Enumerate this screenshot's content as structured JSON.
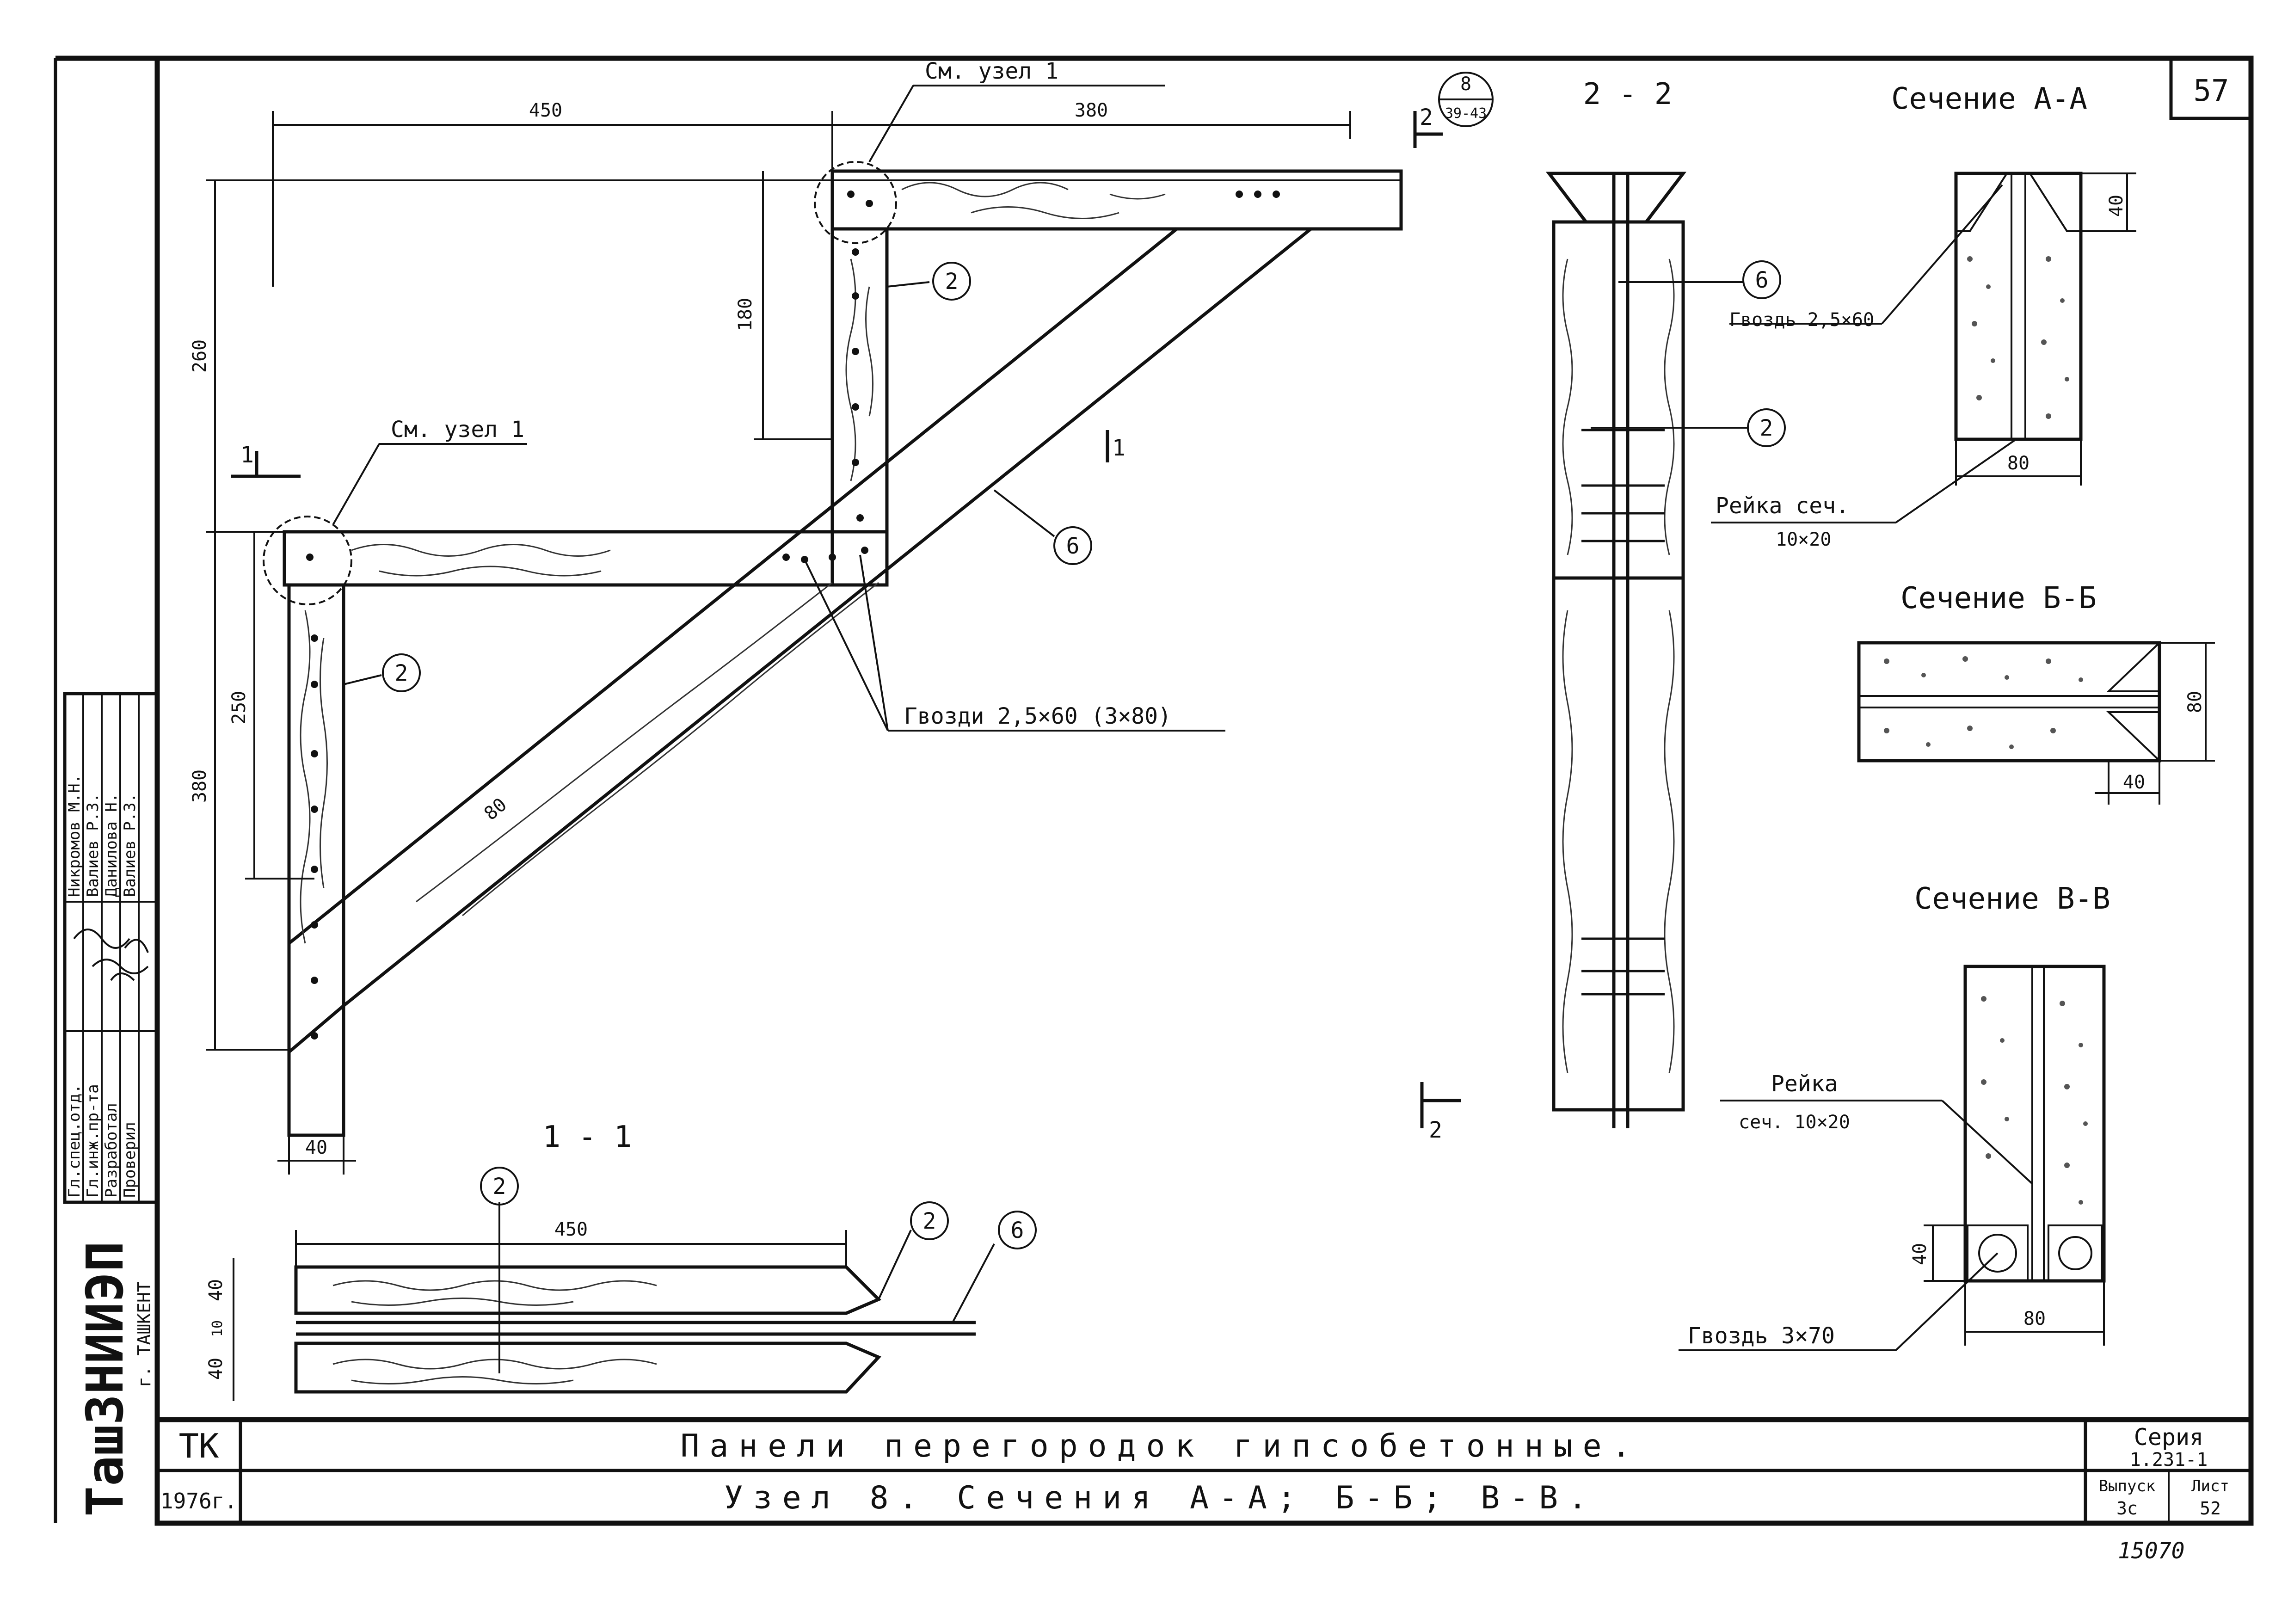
{
  "sheet": {
    "sheet_number": "57",
    "view_1_1_title": "1 - 1",
    "view_2_2_title": "2 - 2",
    "section_aa_title": "Сечение А-А",
    "section_bb_title": "Сечение Б-Б",
    "section_vv_title": "Сечение В-В",
    "node_ref_top_number": "8",
    "node_ref_bottom": "39-43",
    "cut_mark_2": "2",
    "cut_mark_1": "1",
    "bottom_number": "15070"
  },
  "main_view": {
    "see_node_top": "См. узел 1",
    "see_node_left": "См. узел 1",
    "dim_450": "450",
    "dim_380_top": "380",
    "dim_260": "260",
    "dim_180": "180",
    "dim_250": "250",
    "dim_380_left": "380",
    "dim_40": "40",
    "dim_80_diag": "80",
    "nails_note": "Гвозди 2,5×60 (3×80)",
    "callout_2": "2",
    "callout_6": "6"
  },
  "view_1_1": {
    "dim_450": "450",
    "dim_40a": "40",
    "dim_10": "10",
    "dim_40b": "40",
    "callout_2": "2",
    "callout_6": "6"
  },
  "view_2_2": {
    "callout_6": "6",
    "callout_2": "2",
    "nail_note": "Гвоздь 2,5×60",
    "rail_note_1": "Рейка сеч.",
    "rail_note_2": "10×20"
  },
  "section_aa": {
    "dim_40": "40",
    "dim_80": "80"
  },
  "section_bb": {
    "dim_80": "80",
    "dim_40": "40"
  },
  "section_vv": {
    "rail_note_1": "Рейка",
    "rail_note_2": "сеч. 10×20",
    "dim_40": "40",
    "dim_80": "80",
    "nail_note": "Гвоздь 3×70"
  },
  "stamp": {
    "org": "ТашЗНИИЭП",
    "city": "г. ТАШКЕНТ",
    "roles": [
      "Гл.спец.отд.",
      "Гл.инж.пр-та",
      "Разработал",
      "Проверил"
    ],
    "names": [
      "Никромов М.Н.",
      "Валиев Р.З.",
      "Данилова Н.",
      "Валиев Р.З."
    ],
    "code": "ТК",
    "year": "1976г.",
    "title_1": "Панели перегородок гипсобетонные.",
    "title_2": "Узел 8. Сечения А-А; Б-Б; В-В.",
    "series_label": "Серия",
    "series_value": "1.231-1",
    "issue_label": "Выпуск",
    "issue_value": "3с",
    "list_label": "Лист",
    "list_value": "52"
  }
}
